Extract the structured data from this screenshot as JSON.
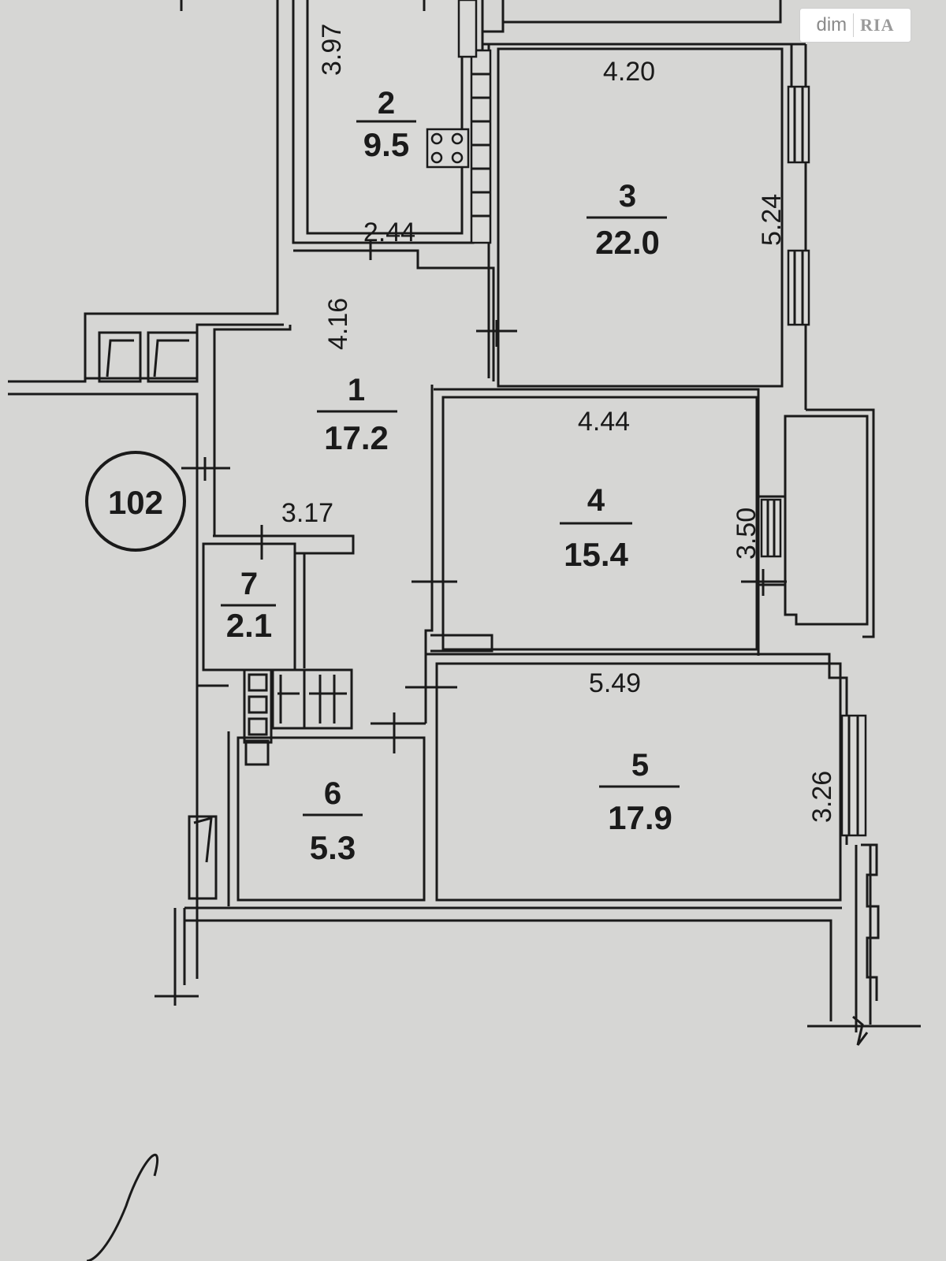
{
  "watermark": {
    "text": "dim",
    "logo_text": "RIA"
  },
  "apartment_marker": "102",
  "rooms": [
    {
      "number": "1",
      "area": "17.2"
    },
    {
      "number": "2",
      "area": "9.5"
    },
    {
      "number": "3",
      "area": "22.0"
    },
    {
      "number": "4",
      "area": "15.4"
    },
    {
      "number": "5",
      "area": "17.9"
    },
    {
      "number": "6",
      "area": "5.3"
    },
    {
      "number": "7",
      "area": "2.1"
    }
  ],
  "dimensions": {
    "room2_height": "3.97",
    "room2_width": "2.44",
    "room3_width": "4.20",
    "room3_height": "5.24",
    "room1_height": "4.16",
    "room4_width": "4.44",
    "room4_height": "3.50",
    "room7_width": "3.17",
    "room5_width": "5.49",
    "room5_height": "3.26"
  }
}
